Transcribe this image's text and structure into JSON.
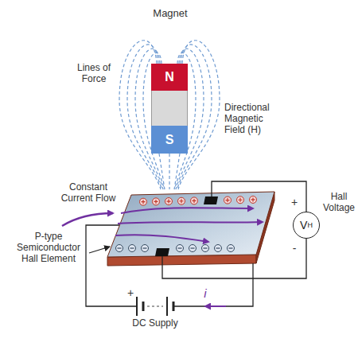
{
  "diagram": {
    "nodes": [
      {
        "text": [
          "Magnet"
        ]
      },
      {
        "text": [
          "N"
        ],
        "in": 0
      },
      {
        "text": [
          "S"
        ],
        "in": 0
      },
      {
        "text": [
          "V",
          "H"
        ]
      }
    ],
    "labels": [
      "Lines of Force",
      "Directional Magnetic Field (H)",
      "Constant Current Flow",
      "Hall Voltage",
      "+",
      "-",
      "P-type Semiconductor Hall Element",
      "+",
      "DC Supply",
      "i"
    ]
  }
}
